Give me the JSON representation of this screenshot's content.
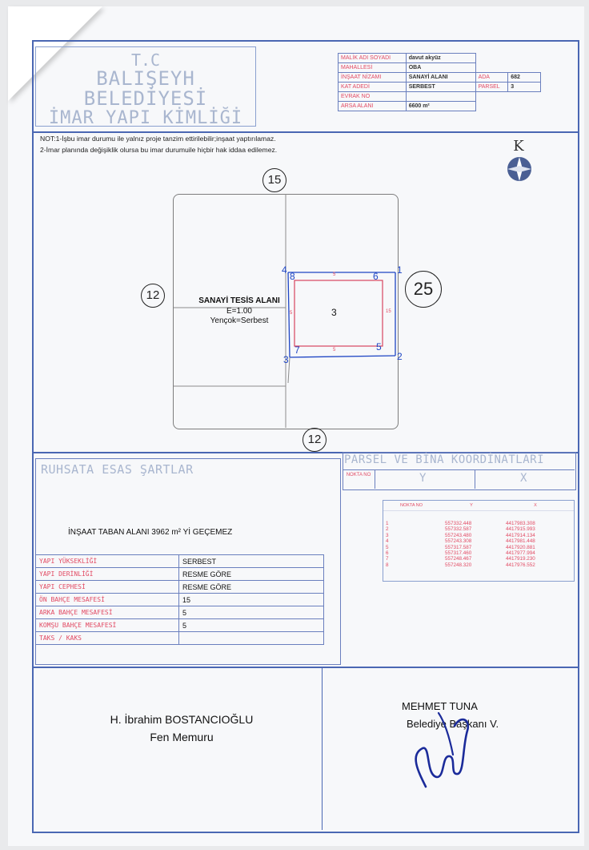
{
  "header": {
    "title_line1": "T.C",
    "title_line2": "BALIŞEYH BELEDİYESİ",
    "title_line3": "İMAR YAPI KİMLİĞİ",
    "info": [
      {
        "label": "MALİK ADI SOYADI",
        "value": "davut akyüz"
      },
      {
        "label": "MAHALLESİ",
        "value": "OBA"
      },
      {
        "label": "İNŞAAT NİZAMI",
        "value": "SANAYİ ALANI",
        "side_label": "ADA",
        "side_value": "682"
      },
      {
        "label": "KAT ADEDİ",
        "value": "SERBEST",
        "side_label": "PARSEL",
        "side_value": "3"
      },
      {
        "label": "EVRAK NO",
        "value": ""
      },
      {
        "label": "ARSA ALANI",
        "value": "6600 m²"
      }
    ]
  },
  "notes": {
    "line1": "NOT:1-İşbu imar durumu ile yalnız proje  tanzim  ettirilebilir;inşaat yaptırılamaz.",
    "line2": "2-İmar planında değişiklik olursa bu imar durumuile hiçbir hak iddaa edilemez."
  },
  "plan": {
    "north_letter": "K",
    "road_top": "15",
    "road_left": "12",
    "road_right": "25",
    "road_bottom": "12",
    "zone_name": "SANAYİ TESİS ALANI",
    "zone_e": "E=1.00",
    "zone_height": "Yençok=Serbest",
    "parcel_no": "3",
    "points": {
      "p1": "1",
      "p2": "2",
      "p3": "3",
      "p4": "4",
      "p5": "5",
      "p6": "6",
      "p7": "7",
      "p8": "8"
    },
    "dims": {
      "top": "5",
      "bottom": "5",
      "left": "5",
      "right": "15"
    }
  },
  "conditions": {
    "title": "RUHSATA ESAS ŞARTLAR",
    "taban_alani": "İNŞAAT TABAN ALANI  3962 m² Yİ GEÇEMEZ",
    "rows": [
      {
        "label": "YAPI YÜKSEKLİĞİ",
        "value": "SERBEST"
      },
      {
        "label": "YAPI DERİNLİĞİ",
        "value": "RESME GÖRE"
      },
      {
        "label": "YAPI CEPHESİ",
        "value": "RESME GÖRE"
      },
      {
        "label": "ÖN BAHÇE MESAFESİ",
        "value": "15"
      },
      {
        "label": "ARKA BAHÇE MESAFESİ",
        "value": "5"
      },
      {
        "label": "KOMŞU BAHÇE MESAFESİ",
        "value": "5"
      },
      {
        "label": "TAKS / KAKS",
        "value": ""
      }
    ]
  },
  "coordinates": {
    "title": "PARSEL VE BİNA KOORDİNATLARI",
    "col_nokta": "NOKTA NO",
    "col_y": "Y",
    "col_x": "X",
    "inner_head": "NOKTA NO",
    "inner_y": "Y",
    "inner_x": "X",
    "rows": [
      {
        "no": "1",
        "y": "557332.448",
        "x": "4417983.308"
      },
      {
        "no": "2",
        "y": "557332.587",
        "x": "4417915.993"
      },
      {
        "no": "3",
        "y": "557243.480",
        "x": "4417914.134"
      },
      {
        "no": "4",
        "y": "557243.308",
        "x": "4417981.448"
      },
      {
        "no": "5",
        "y": "557317.587",
        "x": "4417920.881"
      },
      {
        "no": "6",
        "y": "557317.460",
        "x": "4417977.994"
      },
      {
        "no": "7",
        "y": "557248.467",
        "x": "4417919.230"
      },
      {
        "no": "8",
        "y": "557248.320",
        "x": "4417976.552"
      }
    ]
  },
  "signatures": {
    "left_name": "H. İbrahim BOSTANCIOĞLU",
    "left_title": "Fen Memuru",
    "right_name": "MEHMET TUNA",
    "right_title": "Belediye Başkanı V."
  },
  "colors": {
    "frame": "#4a67b3",
    "label_red": "#e24a63",
    "point_blue": "#1e45c4",
    "faded_title": "#a9b6cf"
  }
}
